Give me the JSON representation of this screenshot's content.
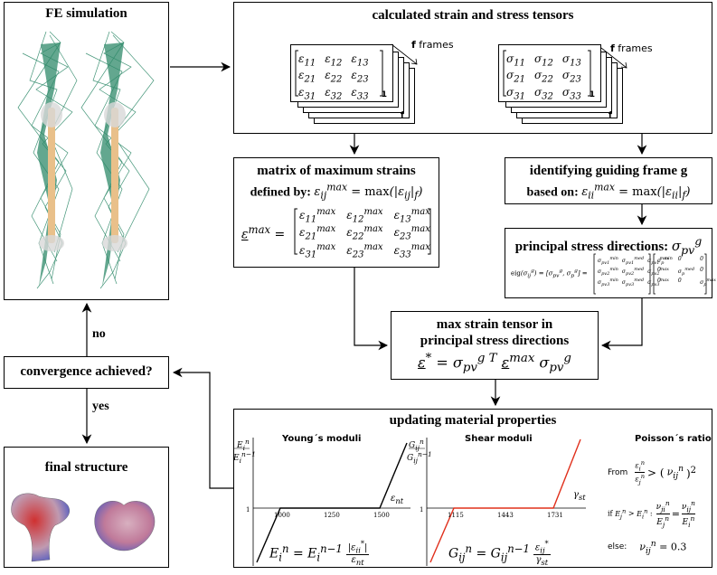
{
  "fe": {
    "title": "FE simulation"
  },
  "tensors": {
    "title": "calculated strain and stress tensors",
    "frames_label": "f frames",
    "frames_bold": "f",
    "frames_rest": " frames",
    "idx_1": "1",
    "idx_f": "f",
    "strain": [
      "ε11",
      "ε12",
      "ε13",
      "ε21",
      "ε22",
      "ε23",
      "ε31",
      "ε32",
      "ε33"
    ],
    "stress": [
      "σ11",
      "σ12",
      "σ13",
      "σ21",
      "σ22",
      "σ23",
      "σ31",
      "σ32",
      "σ33"
    ]
  },
  "maxstrain": {
    "title1": "matrix of maximum strains",
    "title2": "defined by:",
    "formula": "ε_ij^max = max(|ε_ij|_f)",
    "lhs": "ε^max =",
    "cells": [
      "ε11max",
      "ε12max",
      "ε13max",
      "ε21max",
      "ε22max",
      "ε23max",
      "ε31max",
      "ε23max",
      "ε33max"
    ]
  },
  "guiding": {
    "title1": "identifying guiding frame g",
    "title2": "based on:",
    "formula": "ε_ii^max = max(|ε_ii|_f)"
  },
  "principal": {
    "title": "principal stress directions:",
    "symbol": "σ_pv^g",
    "eig": "eig(σ_ij^g) = [σ_pv^g, σ_p^g] =",
    "vec_cells": [
      "σ_pv1^min",
      "σ_pv1^med",
      "σ_pv1^max",
      "σ_pv2^min",
      "σ_pv2^med",
      "σ_pv2^max",
      "σ_pv3^min",
      "σ_pv3^med",
      "σ_pv3^max"
    ],
    "diag_cells": [
      "σ_p^min",
      "0",
      "0",
      "0",
      "σ_p^med",
      "0",
      "0",
      "0",
      "σ_p^max"
    ]
  },
  "maxtensor": {
    "title1": "max strain tensor in",
    "title2": "principal stress directions",
    "formula": "ε* = σ_pv^g T ε^max σ_pv^g"
  },
  "convergence": {
    "title": "convergence achieved?",
    "no": "no",
    "yes": "yes"
  },
  "final": {
    "title": "final structure"
  },
  "update": {
    "title": "updating material properties",
    "young": {
      "title": "Young´s moduli",
      "ylabel_num": "E_i^n",
      "ylabel_den": "E_i^(n-1)",
      "xlabel": "ε_nt",
      "ytick": "1",
      "xticks": [
        "1000",
        "1250",
        "1500"
      ],
      "formula": "E_i^n = E_i^(n-1) |ε_ii*| / ε_nt"
    },
    "shear": {
      "title": "Shear moduli",
      "ylabel_num": "G_ij^n",
      "ylabel_den": "G_ij^(n-1)",
      "xlabel": "γ_st",
      "ytick": "1",
      "xticks": [
        "1115",
        "1443",
        "1731"
      ],
      "formula": "G_ij^n = G_ij^(n-1) ε_ij* / γ_st"
    },
    "poisson": {
      "title": "Poisson´s ratio",
      "row1_label": "From",
      "row2_label": "if E_j^n > E_i^n :",
      "row3_label": "else:",
      "row3_formula": "ν_ij^n = 0.3"
    }
  },
  "colors": {
    "fe_green": "#2f8a6a",
    "bone": "#e9c08a",
    "red_curve": "#e0301c",
    "mesh_blue": "#3c4fc4",
    "mesh_red": "#d03030"
  }
}
